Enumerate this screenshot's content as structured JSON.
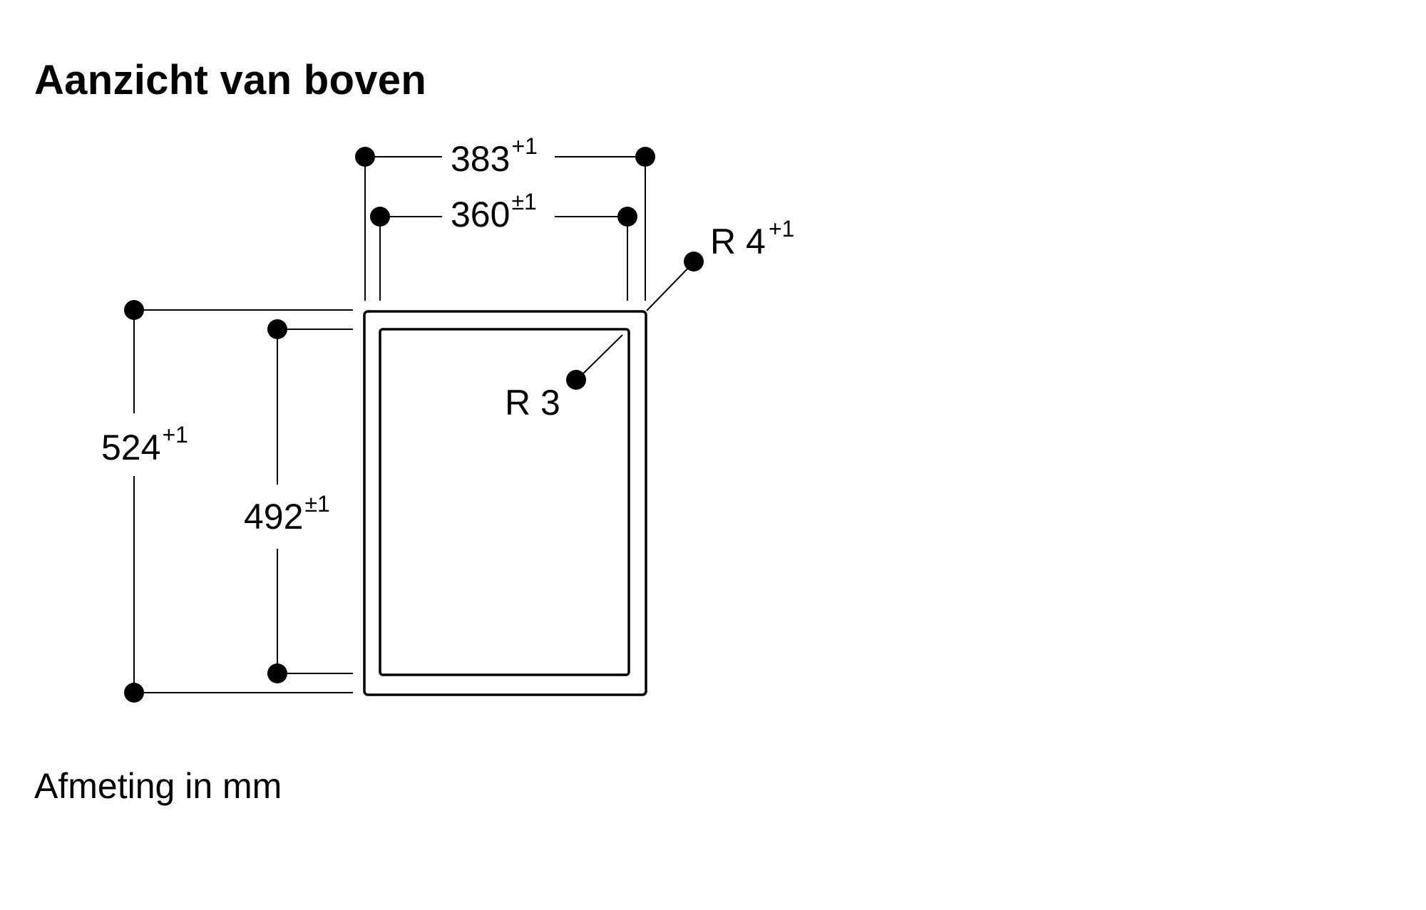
{
  "title": "Aanzicht van boven",
  "footer": "Afmeting in mm",
  "dimensions": {
    "outer_width": {
      "value": "383",
      "tolerance": "+1"
    },
    "inner_width": {
      "value": "360",
      "tolerance": "±1"
    },
    "outer_height": {
      "value": "524",
      "tolerance": "+1"
    },
    "inner_height": {
      "value": "492",
      "tolerance": "±1"
    },
    "outer_radius": {
      "value": "R 4",
      "tolerance": "+1"
    },
    "inner_radius": {
      "value": "R 3",
      "tolerance": ""
    }
  }
}
